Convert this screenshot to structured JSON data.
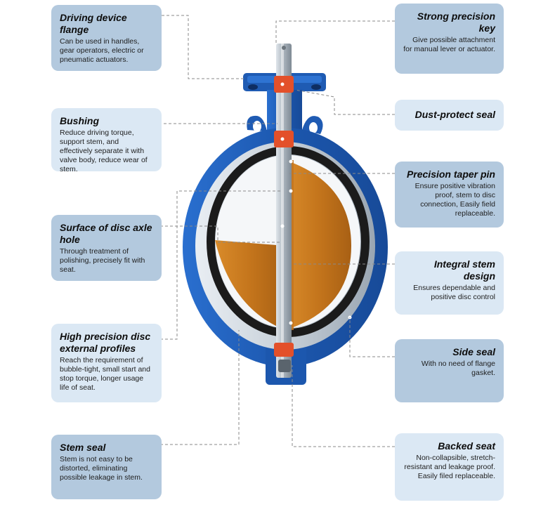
{
  "callouts": {
    "driving_flange": {
      "title": "Driving device flange",
      "desc": "Can be used in handles, gear operators, electric or pneumatic actuators."
    },
    "bushing": {
      "title": "Bushing",
      "desc": "Reduce driving torque, support stem, and effectively separate it with valve body, reduce wear of stem."
    },
    "disc_axle_hole": {
      "title": "Surface of disc axle hole",
      "desc": "Through treatment of polishing, precisely fit with seat."
    },
    "disc_profiles": {
      "title": "High precision disc external profiles",
      "desc": "Reach the requirement of bubble-tight, small start and stop torque, longer usage life of seat."
    },
    "stem_seal": {
      "title": "Stem seal",
      "desc": "Stem is not easy to be distorted, eliminating possible leakage in stem."
    },
    "precision_key": {
      "title": "Strong precision key",
      "desc": "Give possible attachment for manual lever or actuator."
    },
    "dust_seal": {
      "title": "Dust-protect seal",
      "desc": ""
    },
    "taper_pin": {
      "title": "Precision taper pin",
      "desc": "Ensure positive vibration proof, stem to disc connection, Easily field replaceable."
    },
    "integral_stem": {
      "title": "Integral stem design",
      "desc": "Ensures dependable and positive disc control"
    },
    "side_seal": {
      "title": "Side seal",
      "desc": "With no need of flange gasket."
    },
    "backed_seat": {
      "title": "Backed seat",
      "desc": "Non-collapsible, stretch-resistant and leakage proof. Easily filed replaceable."
    }
  },
  "colors": {
    "body_blue": "#1f5bb3",
    "seat_black": "#1b1b1b",
    "disc_orange": "#c0731c",
    "stem_gray": "#a8b2bb",
    "bushing_red": "#e3502a",
    "callout_dark": "#b3c9de",
    "callout_light": "#dbe8f4"
  }
}
